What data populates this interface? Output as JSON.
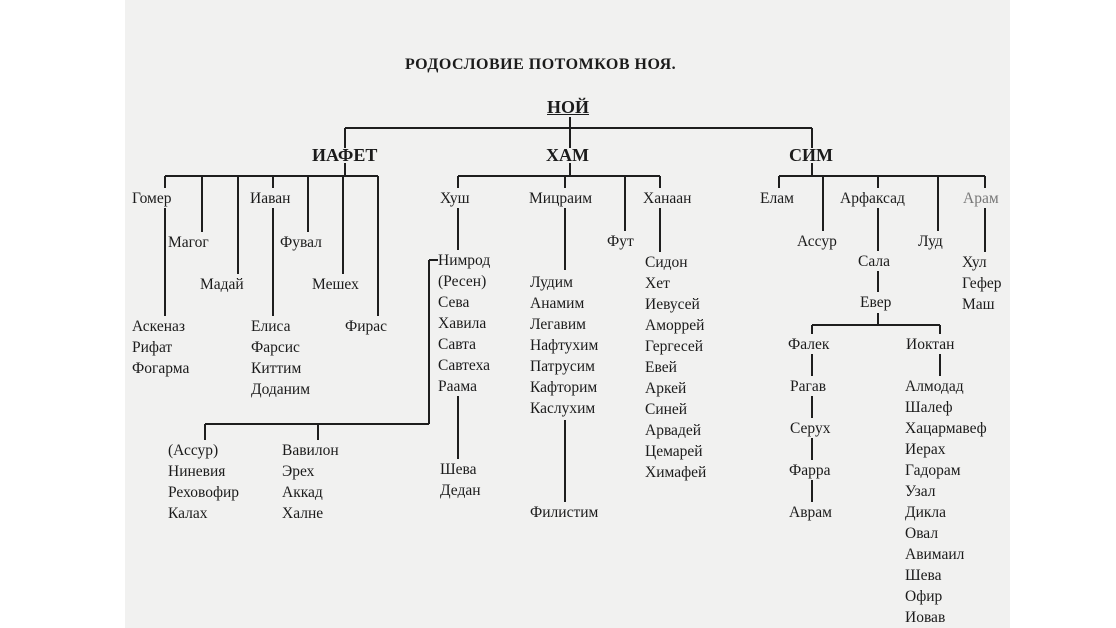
{
  "title": "РОДОСЛОВИЕ ПОТОМКОВ НОЯ.",
  "root": "НОЙ",
  "iafet": {
    "name": "ИАФЕТ",
    "gomer": "Гомер",
    "magog": "Магог",
    "maday": "Мадай",
    "ivan": "Иаван",
    "fuval": "Фувал",
    "meshekh": "Мешех",
    "firas": "Фирас",
    "gomer_sons": [
      "Аскеназ",
      "Рифат",
      "Фогарма"
    ],
    "ivan_sons": [
      "Елиса",
      "Фарсис",
      "Киттим",
      "Доданим"
    ]
  },
  "ham": {
    "name": "ХАМ",
    "khush": "Хуш",
    "mitsraim": "Мицраим",
    "fut": "Фут",
    "khanaan": "Ханаан",
    "khush_sons": [
      "Нимрод",
      "(Ресен)",
      "Сева",
      "Хавила",
      "Савта",
      "Савтеха",
      "Раама"
    ],
    "raama_sons": [
      "Шева",
      "Дедан"
    ],
    "nimrod_north": [
      "(Ассур)",
      "Ниневия",
      "Реховофир",
      "Калах"
    ],
    "nimrod_south": [
      "Вавилон",
      "Эрех",
      "Аккад",
      "Халне"
    ],
    "mitsraim_sons": [
      "Лудим",
      "Анамим",
      "Легавим",
      "Нафтухим",
      "Патрусим",
      "Кафторим",
      "Каслухим"
    ],
    "filistim": "Филистим",
    "khanaan_sons": [
      "Сидон",
      "Хет",
      "Иевусей",
      "Аморрей",
      "Гергесей",
      "Евей",
      "Аркей",
      "Синей",
      "Арвадей",
      "Цемарей",
      "Химафей"
    ]
  },
  "sim": {
    "name": "СИМ",
    "elam": "Елам",
    "assur": "Ассур",
    "arfaksad": "Арфаксад",
    "lud": "Луд",
    "aram": "Арам",
    "sala": "Сала",
    "ever": "Евер",
    "aram_sons": [
      "Хул",
      "Гефер",
      "Маш"
    ],
    "falek": "Фалек",
    "ioktan": "Иоктан",
    "falek_line": [
      "Рагав",
      "Серух",
      "Фарра",
      "Аврам"
    ],
    "ioktan_sons": [
      "Алмодад",
      "Шалеф",
      "Хацармавеф",
      "Иерах",
      "Гадорам",
      "Узал",
      "Дикла",
      "Овал",
      "Авимаил",
      "Шева",
      "Офир",
      "Иовав"
    ]
  },
  "colors": {
    "paper": "#f1f1f0",
    "ink": "#1b1b1b",
    "faded": "#777777"
  }
}
